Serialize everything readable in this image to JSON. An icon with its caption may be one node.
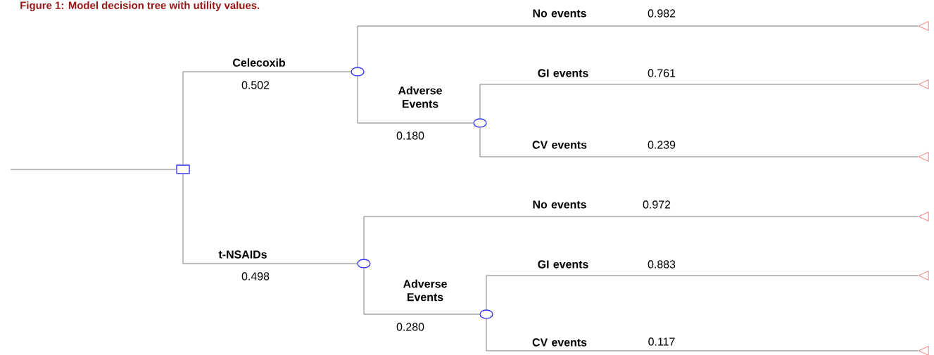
{
  "diagram": {
    "title": "Figure 1: Model decision tree with utility values.",
    "nodes": [
      {
        "text": [],
        "shape": "box"
      },
      {
        "text": [],
        "shape": "circle"
      },
      {
        "text": [],
        "shape": "circle"
      },
      {
        "text": [],
        "shape": "triangle"
      },
      {
        "text": [],
        "shape": "triangle"
      },
      {
        "text": [],
        "shape": "triangle"
      },
      {
        "text": [],
        "shape": "circle"
      },
      {
        "text": [],
        "shape": "circle"
      },
      {
        "text": [],
        "shape": "triangle"
      },
      {
        "text": [],
        "shape": "triangle"
      },
      {
        "text": [],
        "shape": "triangle"
      }
    ],
    "edges": [
      {
        "from": null,
        "to": 0,
        "arrow": "none"
      },
      {
        "from": 0,
        "to": 1,
        "arrow": "none",
        "label": "Celecoxib"
      },
      {
        "from": 0,
        "to": 6,
        "arrow": "none",
        "label": "t-NSAIDs"
      },
      {
        "from": 1,
        "to": 3,
        "arrow": "none",
        "label": "No events"
      },
      {
        "from": 1,
        "to": 2,
        "arrow": "none",
        "label": "Adverse Events"
      },
      {
        "from": 2,
        "to": 4,
        "arrow": "none",
        "label": "GI events"
      },
      {
        "from": 2,
        "to": 5,
        "arrow": "none",
        "label": "CV events"
      },
      {
        "from": 6,
        "to": 8,
        "arrow": "none",
        "label": "No events"
      },
      {
        "from": 6,
        "to": 7,
        "arrow": "none",
        "label": "Adverse Events"
      },
      {
        "from": 7,
        "to": 9,
        "arrow": "none",
        "label": "GI events"
      },
      {
        "from": 7,
        "to": 10,
        "arrow": "none",
        "label": "CV events"
      }
    ],
    "labels": [
      "0.982",
      "0.761",
      "0.502",
      "0.180",
      "0.239",
      "0.972",
      "0.883",
      "0.498",
      "0.280",
      "0.117"
    ]
  }
}
